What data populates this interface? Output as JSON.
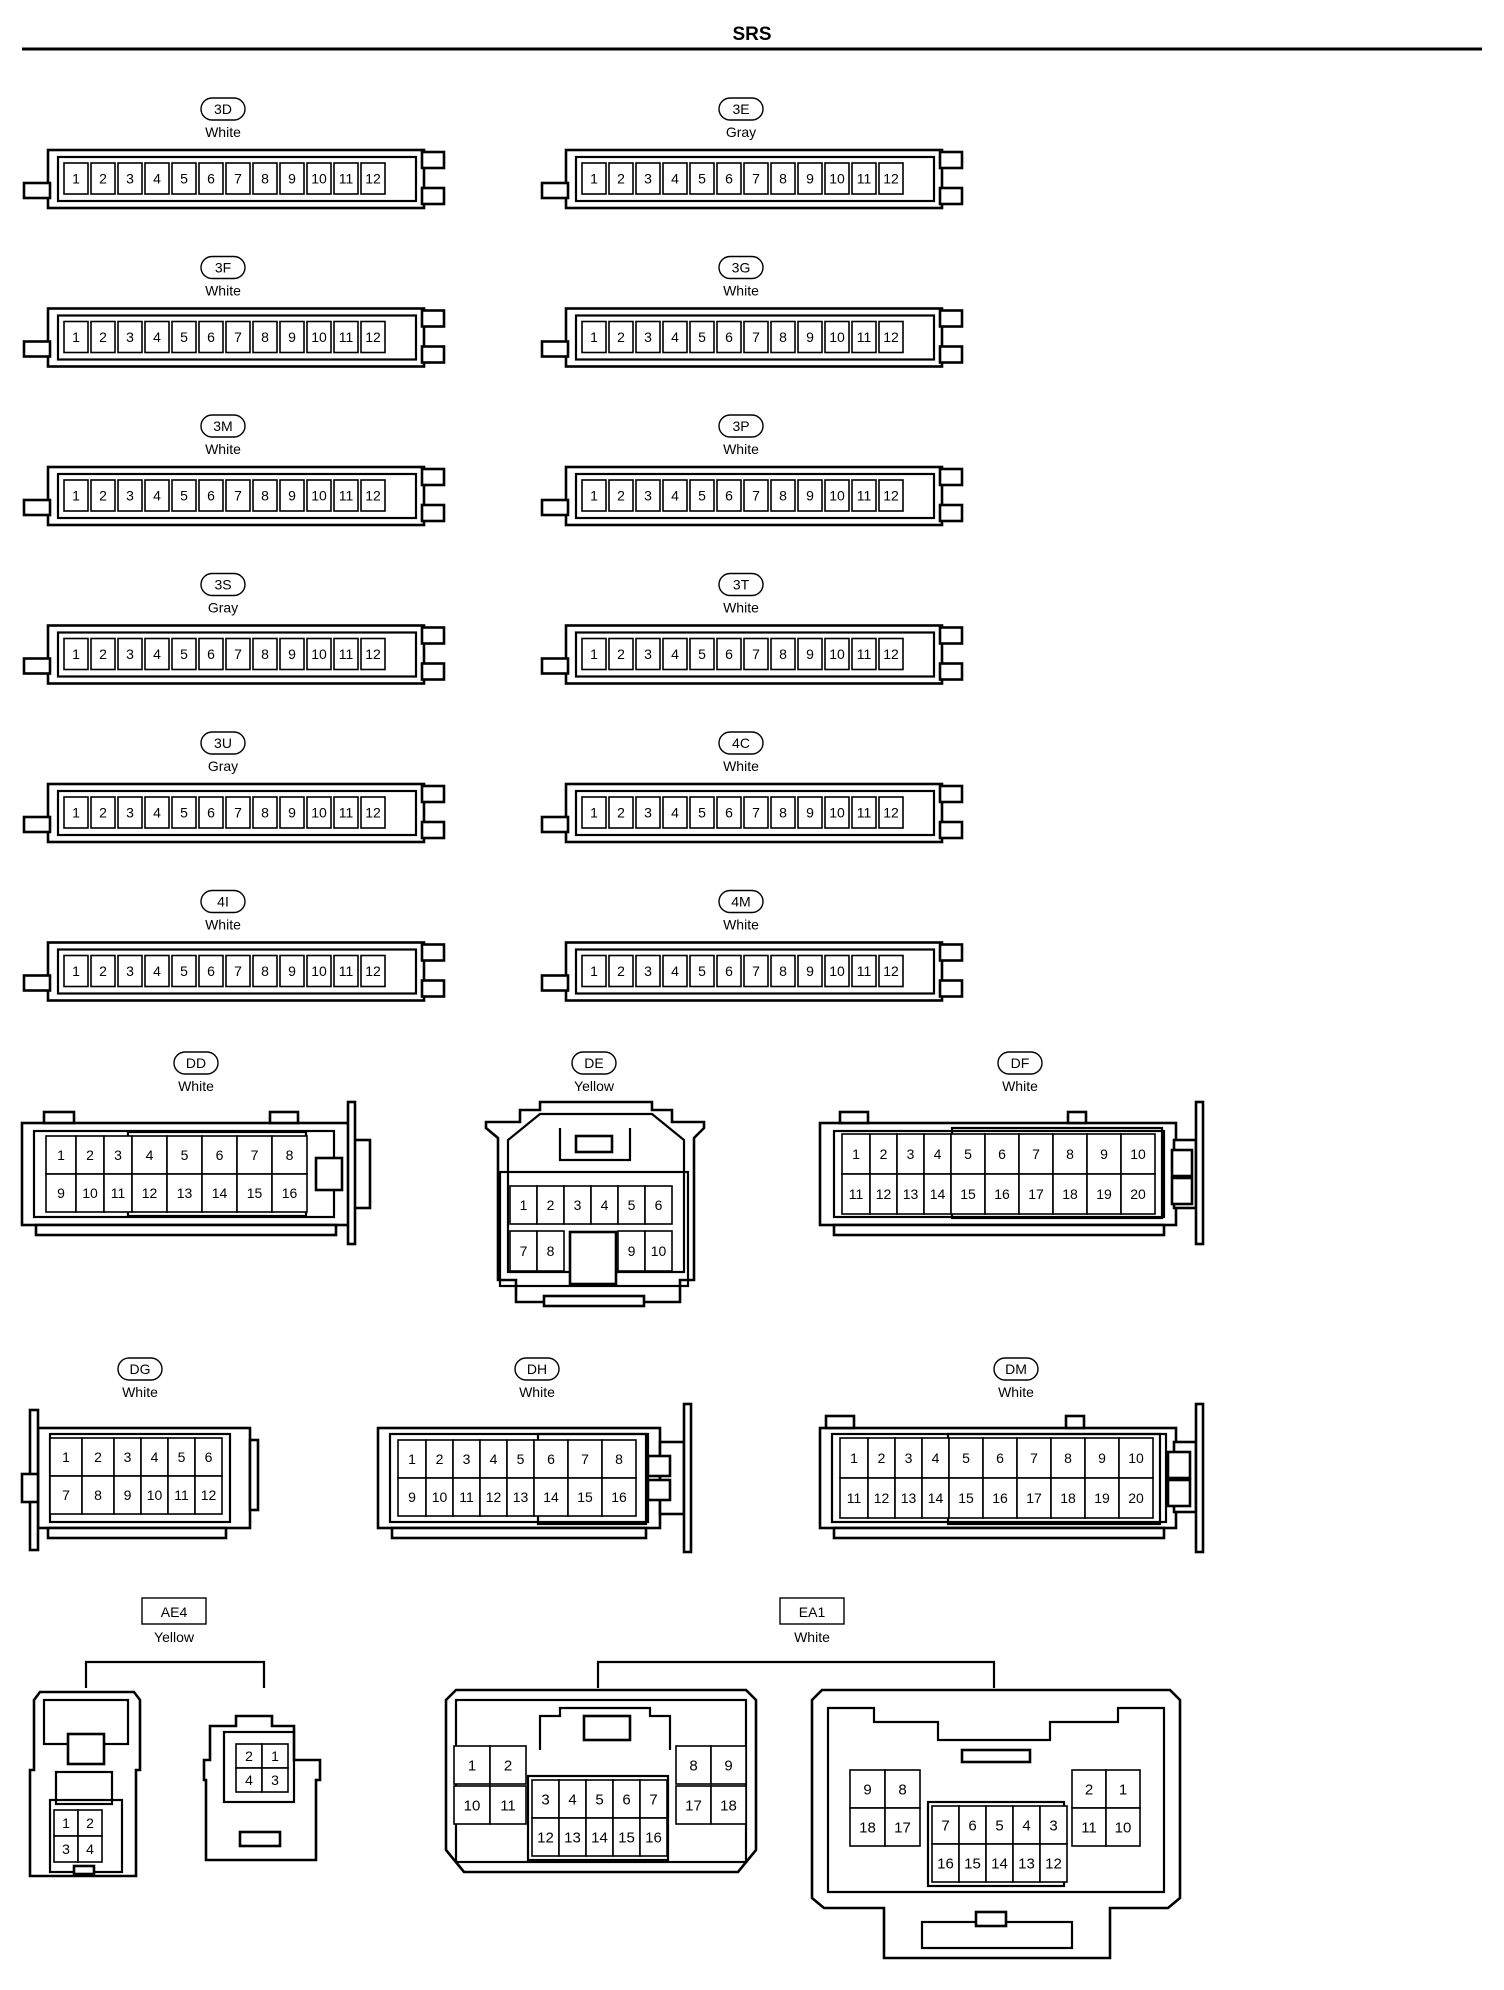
{
  "page": {
    "title": "SRS"
  },
  "strip_connectors": [
    {
      "id": "3D",
      "color": "White",
      "pins": [
        "1",
        "2",
        "3",
        "4",
        "5",
        "6",
        "7",
        "8",
        "9",
        "10",
        "11",
        "12"
      ]
    },
    {
      "id": "3E",
      "color": "Gray",
      "pins": [
        "1",
        "2",
        "3",
        "4",
        "5",
        "6",
        "7",
        "8",
        "9",
        "10",
        "11",
        "12"
      ]
    },
    {
      "id": "3F",
      "color": "White",
      "pins": [
        "1",
        "2",
        "3",
        "4",
        "5",
        "6",
        "7",
        "8",
        "9",
        "10",
        "11",
        "12"
      ]
    },
    {
      "id": "3G",
      "color": "White",
      "pins": [
        "1",
        "2",
        "3",
        "4",
        "5",
        "6",
        "7",
        "8",
        "9",
        "10",
        "11",
        "12"
      ]
    },
    {
      "id": "3M",
      "color": "White",
      "pins": [
        "1",
        "2",
        "3",
        "4",
        "5",
        "6",
        "7",
        "8",
        "9",
        "10",
        "11",
        "12"
      ]
    },
    {
      "id": "3P",
      "color": "White",
      "pins": [
        "1",
        "2",
        "3",
        "4",
        "5",
        "6",
        "7",
        "8",
        "9",
        "10",
        "11",
        "12"
      ]
    },
    {
      "id": "3S",
      "color": "Gray",
      "pins": [
        "1",
        "2",
        "3",
        "4",
        "5",
        "6",
        "7",
        "8",
        "9",
        "10",
        "11",
        "12"
      ]
    },
    {
      "id": "3T",
      "color": "White",
      "pins": [
        "1",
        "2",
        "3",
        "4",
        "5",
        "6",
        "7",
        "8",
        "9",
        "10",
        "11",
        "12"
      ]
    },
    {
      "id": "3U",
      "color": "Gray",
      "pins": [
        "1",
        "2",
        "3",
        "4",
        "5",
        "6",
        "7",
        "8",
        "9",
        "10",
        "11",
        "12"
      ]
    },
    {
      "id": "4C",
      "color": "White",
      "pins": [
        "1",
        "2",
        "3",
        "4",
        "5",
        "6",
        "7",
        "8",
        "9",
        "10",
        "11",
        "12"
      ]
    },
    {
      "id": "4I",
      "color": "White",
      "pins": [
        "1",
        "2",
        "3",
        "4",
        "5",
        "6",
        "7",
        "8",
        "9",
        "10",
        "11",
        "12"
      ]
    },
    {
      "id": "4M",
      "color": "White",
      "pins": [
        "1",
        "2",
        "3",
        "4",
        "5",
        "6",
        "7",
        "8",
        "9",
        "10",
        "11",
        "12"
      ]
    }
  ],
  "complex_connectors": [
    {
      "id": "DD",
      "color": "White",
      "rows": [
        [
          "1",
          "2",
          "3",
          "4",
          "5",
          "6",
          "7",
          "8"
        ],
        [
          "9",
          "10",
          "11",
          "12",
          "13",
          "14",
          "15",
          "16"
        ]
      ]
    },
    {
      "id": "DE",
      "color": "Yellow",
      "rows": [
        [
          "1",
          "2",
          "3",
          "4",
          "5",
          "6"
        ],
        [
          "7",
          "8",
          "9",
          "10"
        ]
      ]
    },
    {
      "id": "DF",
      "color": "White",
      "rows": [
        [
          "1",
          "2",
          "3",
          "4",
          "5",
          "6",
          "7",
          "8",
          "9",
          "10"
        ],
        [
          "11",
          "12",
          "13",
          "14",
          "15",
          "16",
          "17",
          "18",
          "19",
          "20"
        ]
      ]
    },
    {
      "id": "DG",
      "color": "White",
      "rows": [
        [
          "1",
          "2",
          "3",
          "4",
          "5",
          "6"
        ],
        [
          "7",
          "8",
          "9",
          "10",
          "11",
          "12"
        ]
      ]
    },
    {
      "id": "DH",
      "color": "White",
      "rows": [
        [
          "1",
          "2",
          "3",
          "4",
          "5",
          "6",
          "7",
          "8"
        ],
        [
          "9",
          "10",
          "11",
          "12",
          "13",
          "14",
          "15",
          "16"
        ]
      ]
    },
    {
      "id": "DM",
      "color": "White",
      "rows": [
        [
          "1",
          "2",
          "3",
          "4",
          "5",
          "6",
          "7",
          "8",
          "9",
          "10"
        ],
        [
          "11",
          "12",
          "13",
          "14",
          "15",
          "16",
          "17",
          "18",
          "19",
          "20"
        ]
      ]
    }
  ],
  "paired_connectors": [
    {
      "id": "AE4",
      "color": "Yellow",
      "left": [
        [
          "1",
          "2"
        ],
        [
          "3",
          "4"
        ]
      ],
      "right": [
        [
          "2",
          "1"
        ],
        [
          "4",
          "3"
        ]
      ]
    },
    {
      "id": "EA1",
      "color": "White",
      "left": [
        [
          "1",
          "2"
        ],
        [
          "10",
          "11"
        ],
        [
          "3",
          "4",
          "5",
          "6",
          "7"
        ],
        [
          "12",
          "13",
          "14",
          "15",
          "16"
        ],
        [
          "8",
          "9"
        ],
        [
          "17",
          "18"
        ]
      ],
      "right": [
        [
          "9",
          "8"
        ],
        [
          "18",
          "17"
        ],
        [
          "7",
          "6",
          "5",
          "4",
          "3"
        ],
        [
          "16",
          "15",
          "14",
          "13",
          "12"
        ],
        [
          "2",
          "1"
        ],
        [
          "11",
          "10"
        ]
      ]
    }
  ]
}
